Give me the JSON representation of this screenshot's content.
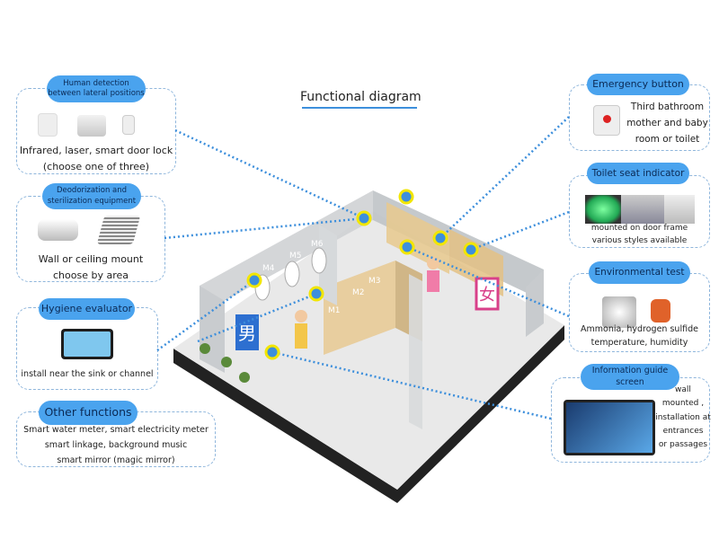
{
  "title": "Functional diagram",
  "left_panels": [
    {
      "heading": "Human detection between lateral positions",
      "lines": [
        "Infrared, laser, smart door lock",
        "(choose one of three)"
      ]
    },
    {
      "heading": "Deodorization and sterilization equipment",
      "lines": [
        "Wall or ceiling mount",
        "choose by area"
      ]
    },
    {
      "heading": "Hygiene evaluator",
      "lines": [
        "install near the sink or channel"
      ]
    },
    {
      "heading": "Other functions",
      "lines": [
        "Smart water meter, smart electricity meter",
        "smart linkage, background music",
        "smart mirror (magic mirror)"
      ]
    }
  ],
  "right_panels": [
    {
      "heading": "Emergency button",
      "lines": [
        "Third bathroom",
        "mother and baby",
        "room or toilet"
      ]
    },
    {
      "heading": "Toilet seat indicator",
      "lines": [
        "mounted on door frame",
        "various styles available"
      ]
    },
    {
      "heading": "Environmental test",
      "lines": [
        "Ammonia, hydrogen sulfide",
        "temperature, humidity"
      ]
    },
    {
      "heading": "Information guide screen",
      "lines": [
        "wall",
        "mounted ,",
        "installation at",
        "entrances",
        "or passages"
      ]
    }
  ],
  "scene": {
    "labels": [
      "M1",
      "M2",
      "M3",
      "M4",
      "M5",
      "M6"
    ],
    "male_sign": "男",
    "female_sign": "女"
  },
  "colors": {
    "accent": "#4aa3ee",
    "dot": "#f2e600",
    "line": "#3d8fdc"
  }
}
